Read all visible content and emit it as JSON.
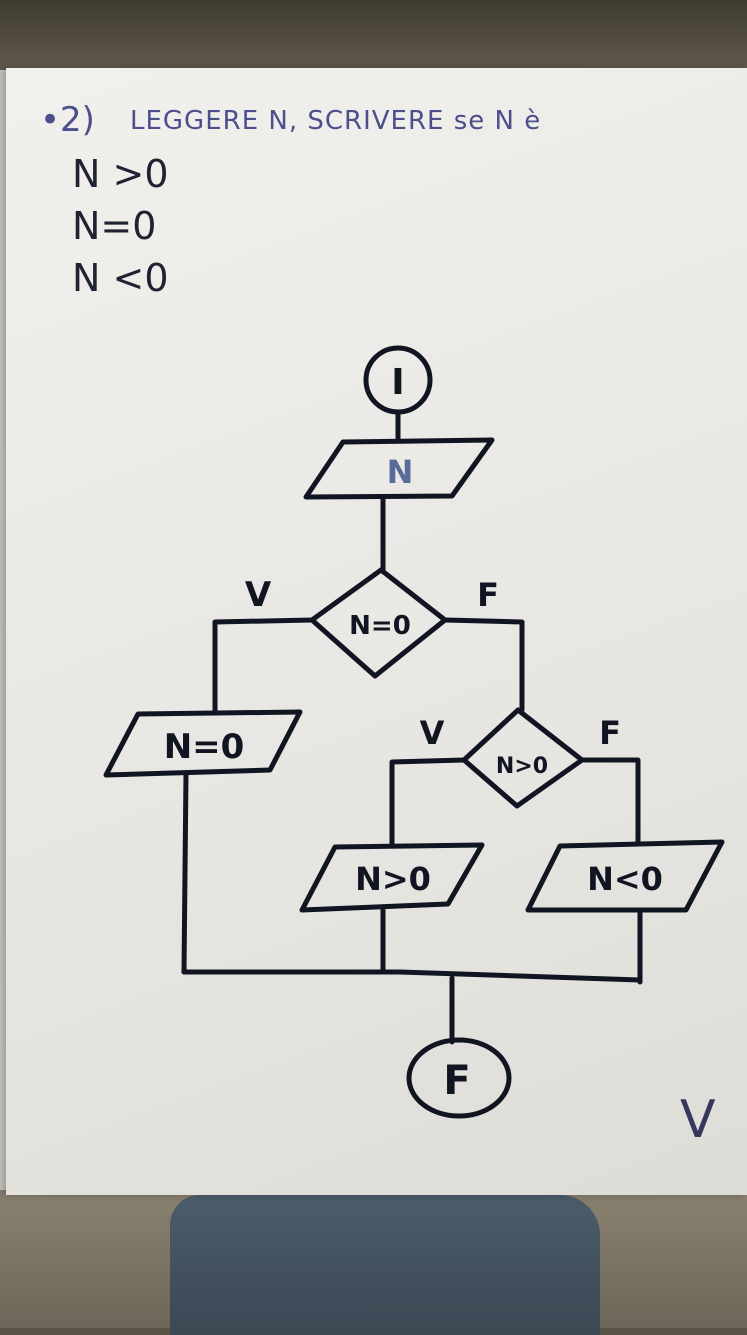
{
  "task": {
    "number": "•2)",
    "text": "LEGGERE N, SCRIVERE se N è",
    "conditions": [
      "N >0",
      "N=0",
      "N <0"
    ]
  },
  "flowchart": {
    "start_label": "I",
    "input_label": "N",
    "decision1_label": "N=0",
    "decision1_true": "V",
    "decision1_false": "F",
    "output_zero": "N=0",
    "decision2_label": "N>0",
    "decision2_true": "V",
    "decision2_false": "F",
    "output_positive": "N>0",
    "output_negative": "N<0",
    "end_label": "F"
  },
  "check_mark": "V",
  "colors": {
    "ink": "#111522",
    "pencil_blue": "#4b4f8c",
    "paper": "#eeede9"
  }
}
